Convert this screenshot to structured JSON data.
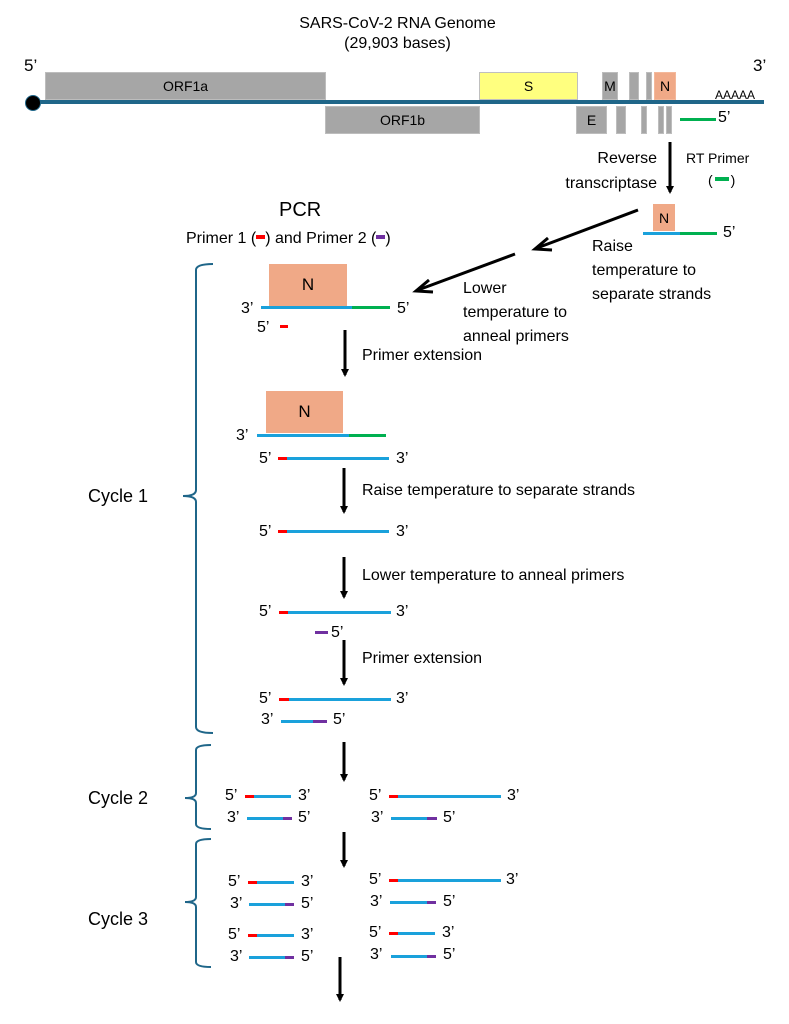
{
  "header": {
    "title_line1": "SARS-CoV-2 RNA Genome",
    "title_line2": "(29,903 bases)"
  },
  "genome": {
    "five_prime": "5’",
    "three_prime": "3’",
    "poly_a": "AAAAA",
    "rt_primer_end": "5’",
    "genes": [
      {
        "name": "ORF1a",
        "color": "#a6a6a6"
      },
      {
        "name": "ORF1b",
        "color": "#a6a6a6"
      },
      {
        "name": "S",
        "color": "#ffff7f"
      },
      {
        "name": "E",
        "color": "#a6a6a6"
      },
      {
        "name": "M",
        "color": "#a6a6a6"
      },
      {
        "name": "N",
        "color": "#f0a987"
      }
    ]
  },
  "rt_step": {
    "label_line1": "Reverse",
    "label_line2": "transcriptase",
    "primer_label": "RT Primer",
    "primer_paren_open": "(",
    "primer_paren_close": ")",
    "n_label": "N",
    "five_prime": "5’"
  },
  "raise_step": {
    "line1": "Raise",
    "line2": "temperature to",
    "line3": "separate strands"
  },
  "lower_step": {
    "line1": "Lower",
    "line2": "temperature to",
    "line3": "anneal primers"
  },
  "pcr": {
    "title": "PCR",
    "subtitle_part1": "Primer 1 (",
    "subtitle_part2": ") and Primer 2 (",
    "subtitle_part3": ")"
  },
  "cycle1": {
    "label": "Cycle 1",
    "n_label": "N",
    "steps": [
      "Primer extension",
      "Raise temperature to separate strands",
      "Lower temperature to anneal primers",
      "Primer extension"
    ]
  },
  "cycle2": {
    "label": "Cycle 2"
  },
  "cycle3": {
    "label": "Cycle 3"
  },
  "ends": {
    "five": "5’",
    "three": "3’"
  },
  "colors": {
    "rna": "#1f6689",
    "dna": "#1aa1db",
    "rt_primer": "#00b050",
    "primer1": "#ff0000",
    "primer2": "#7030a0",
    "n_gene": "#f0a987",
    "s_gene": "#ffff7f",
    "bracket": "#1f6689"
  }
}
